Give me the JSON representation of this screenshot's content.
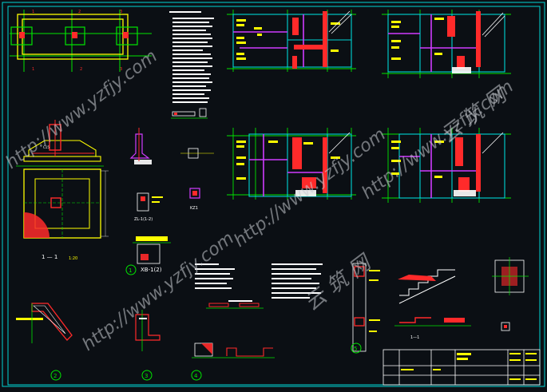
{
  "sheet": {
    "scale_label": "1:20",
    "watermark_text": "http://www.yzfjy.com",
    "watermark_cn": "云 筑 网",
    "colors": {
      "background": "#0b0f14",
      "frame": "#00d5d5",
      "grid_axis": "#00e600",
      "column": "#ff2a2a",
      "beam": "#d03cff",
      "annotation": "#ffff00",
      "text": "#ffffff"
    }
  },
  "details": {
    "d1": {
      "num": "1",
      "caption": "XB-1(2)"
    },
    "d2": {
      "num": "2"
    },
    "d3": {
      "num": "3"
    },
    "d4": {
      "num": "4"
    },
    "d5": {
      "num": "5"
    }
  },
  "labels": {
    "section_1_1": "1 — 1",
    "column_detail": "ZL-1(1-2)",
    "kz_label": "KZ1",
    "stair_section": "1—1"
  }
}
